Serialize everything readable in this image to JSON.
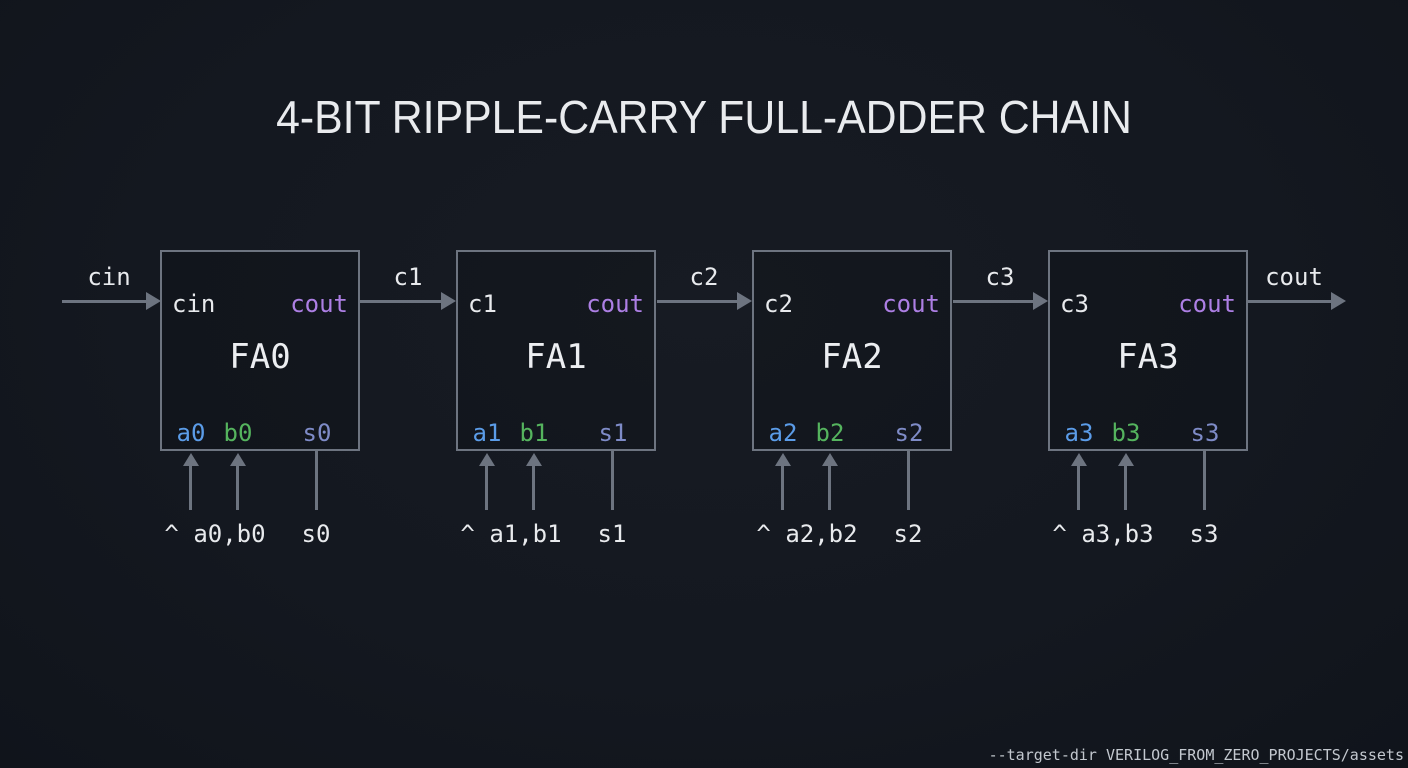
{
  "title": "4-BIT RIPPLE-CARRY FULL-ADDER CHAIN",
  "footer": "--target-dir VERILOG_FROM_ZERO_PROJECTS/assets",
  "colors": {
    "background": "#141820",
    "box_border": "#6d7480",
    "wire": "#6d7480",
    "text_white": "#e8eaed",
    "cout_purple": "#ad7fe4",
    "a_blue": "#5b9ce8",
    "b_green": "#55b45e",
    "s_slate": "#7e8bc7",
    "footer_gray": "#c3c8cf"
  },
  "chain": {
    "input_label": "cin",
    "output_label": "cout",
    "carry_labels": [
      "c1",
      "c2",
      "c3"
    ],
    "blocks": [
      {
        "name": "FA0",
        "carry_in": "cin",
        "carry_out": "cout",
        "a": "a0",
        "b": "b0",
        "sum": "s0",
        "input_expr": "^ a0,b0",
        "sum_label": "s0"
      },
      {
        "name": "FA1",
        "carry_in": "c1",
        "carry_out": "cout",
        "a": "a1",
        "b": "b1",
        "sum": "s1",
        "input_expr": "^ a1,b1",
        "sum_label": "s1"
      },
      {
        "name": "FA2",
        "carry_in": "c2",
        "carry_out": "cout",
        "a": "a2",
        "b": "b2",
        "sum": "s2",
        "input_expr": "^ a2,b2",
        "sum_label": "s2"
      },
      {
        "name": "FA3",
        "carry_in": "c3",
        "carry_out": "cout",
        "a": "a3",
        "b": "b3",
        "sum": "s3",
        "input_expr": "^ a3,b3",
        "sum_label": "s3"
      }
    ]
  }
}
